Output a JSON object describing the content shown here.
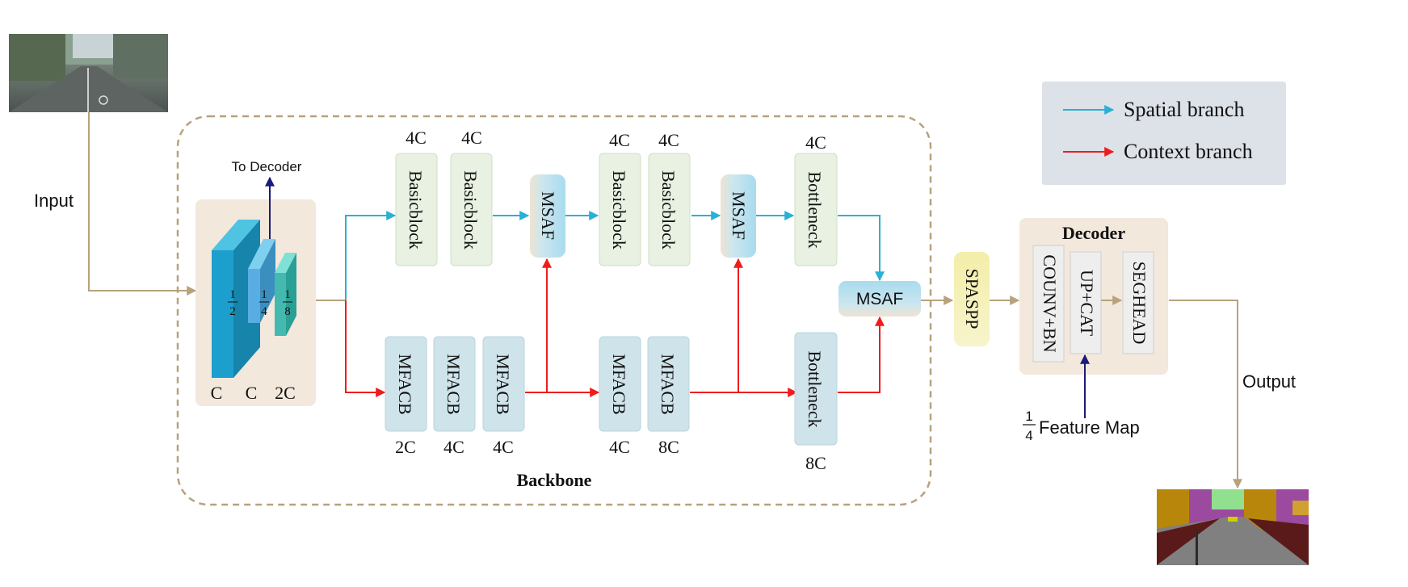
{
  "labels": {
    "input": "Input",
    "output": "Output",
    "to_decoder": "To Decoder",
    "backbone": "Backbone",
    "decoder": "Decoder",
    "spaspp": "SPASPP",
    "feature_map": "Feature Map",
    "feature_map_fraction_num": "1",
    "feature_map_fraction_den": "4"
  },
  "legend": {
    "spatial": "Spatial branch",
    "context": "Context branch"
  },
  "stem": {
    "fractions": [
      {
        "num": "1",
        "den": "2"
      },
      {
        "num": "1",
        "den": "4"
      },
      {
        "num": "1",
        "den": "8"
      }
    ],
    "channels": [
      "C",
      "C",
      "2C"
    ]
  },
  "spatial_blocks": [
    {
      "label": "Basicblock",
      "channels": "4C"
    },
    {
      "label": "Basicblock",
      "channels": "4C"
    },
    {
      "label": "MSAF"
    },
    {
      "label": "Basicblock",
      "channels": "4C"
    },
    {
      "label": "Basicblock",
      "channels": "4C"
    },
    {
      "label": "MSAF"
    },
    {
      "label": "Bottleneck",
      "channels": "4C"
    }
  ],
  "context_blocks": [
    {
      "label": "MFACB",
      "channels": "2C"
    },
    {
      "label": "MFACB",
      "channels": "4C"
    },
    {
      "label": "MFACB",
      "channels": "4C"
    },
    {
      "label": "MFACB",
      "channels": "4C"
    },
    {
      "label": "MFACB",
      "channels": "8C"
    },
    {
      "label": "Bottleneck",
      "channels": "8C"
    }
  ],
  "fusion": {
    "label": "MSAF"
  },
  "decoder_blocks": [
    "COUNV+BN",
    "UP+CAT",
    "SEGHEAD"
  ],
  "colors": {
    "spatial_arrow": "#2ab0d4",
    "context_arrow": "#f01c1c",
    "flow_arrow": "#b7a27c",
    "dark_arrow": "#1b1b7a",
    "basicblock_fill": "#e8f1e2",
    "mfacb_fill": "#cfe3ea",
    "stem_bg": "#f3e8dc",
    "decoder_bg": "#f3e8dc",
    "legend_bg": "#dde1e8",
    "spaspp_fill": "#f6f2b8"
  }
}
